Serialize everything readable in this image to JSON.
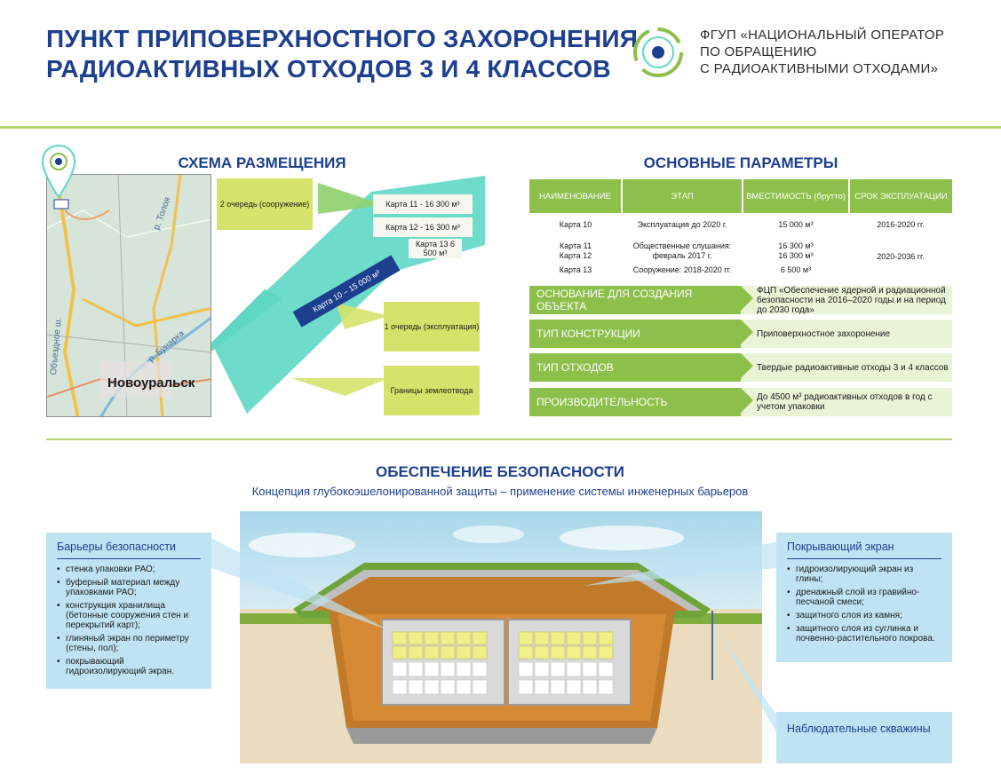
{
  "header": {
    "title_line1": "ПУНКТ ПРИПОВЕРХНОСТНОГО ЗАХОРОНЕНИЯ",
    "title_line2": "РАДИОАКТИВНЫХ ОТХОДОВ 3 И 4 КЛАССОВ",
    "org_line1": "ФГУП «НАЦИОНАЛЬНЫЙ ОПЕРАТОР",
    "org_line2": "ПО ОБРАЩЕНИЮ",
    "org_line3": "С РАДИОАКТИВНЫМИ ОТХОДАМИ»"
  },
  "scheme": {
    "title": "СХЕМА РАЗМЕЩЕНИЯ",
    "map_city": "Новоуральск",
    "map_road1": "р. Толоя",
    "map_road2": "р. Бунарка",
    "map_road3": "Объездное ш.",
    "queue2": "2 очередь (сооружение)",
    "karta11": "Карта 11 - 16 300 м³",
    "karta12": "Карта 12 - 16 300 м³",
    "karta13": "Карта 13 6 500 м³",
    "karta10": "Карта 10 – 15 000 м³",
    "queue1": "1 очередь (эксплуатация)",
    "borders": "Границы землеотвода"
  },
  "params": {
    "title": "ОСНОВНЫЕ ПАРАМЕТРЫ",
    "headers": [
      "НАИМЕНОВАНИЕ",
      "ЭТАП",
      "ВМЕСТИМОСТЬ (брутто)",
      "СРОК ЭКСПЛУАТАЦИИ"
    ],
    "row1": [
      "Карта 10",
      "Эксплуатация до 2020 г.",
      "15 000 м³",
      "2016-2020 гг."
    ],
    "row2_name": "Карта 11\nКарта 12",
    "row2_stage": "Общественные слушания: февраль 2017 г.",
    "row2_cap": "16 300 м³\n16 300 м³",
    "row3_name": "Карта 13",
    "row3_stage": "Сооружение: 2018-2020 гг.",
    "row3_cap": "6 500 м³",
    "row23_term": "2020-2036 гг.",
    "basis_label": "ОСНОВАНИЕ ДЛЯ СОЗДАНИЯ ОБЪЕКТА",
    "basis_value": "ФЦП «Обеспечение ядерной и радиационной безопасности на 2016–2020 годы и на период до 2030 года»",
    "type_label": "ТИП КОНСТРУКЦИИ",
    "type_value": "Приповерхностное захоронение",
    "waste_label": "ТИП ОТХОДОВ",
    "waste_value": "Твердые радиоактивные отходы 3 и 4 классов",
    "prod_label": "ПРОИЗВОДИТЕЛЬНОСТЬ",
    "prod_value": "До 4500 м³ радиоактивных отходов в год с учетом упаковки"
  },
  "safety": {
    "title": "ОБЕСПЕЧЕНИЕ БЕЗОПАСНОСТИ",
    "subtitle": "Концепция глубокоэшелонированной защиты – применение системы инженерных барьеров",
    "barriers_title": "Барьеры безопасности",
    "barriers": [
      "стенка упаковки РАО;",
      "буферный материал между упаковками РАО;",
      "конструкция хранилища (бетонные сооружения стен и перекрытий карт);",
      "глиняный экран по периметру (стены, пол);",
      "покрывающий гидроизолирующий экран."
    ],
    "cover_title": "Покрывающий экран",
    "cover": [
      "гидроизолирующий экран из глины;",
      "дренажный слой из гравийно-песчаной смеси;",
      "защитного слоя из камня;",
      "защитного слоя из суглинка и почвенно-растительного покрова."
    ],
    "wells": "Наблюдательные скважины"
  },
  "colors": {
    "title_blue": "#1d3f8f",
    "green": "#8dbf4b",
    "light_green": "#d5e36a",
    "teal": "#5fd7c4",
    "info_blue": "#bfe3f3"
  }
}
